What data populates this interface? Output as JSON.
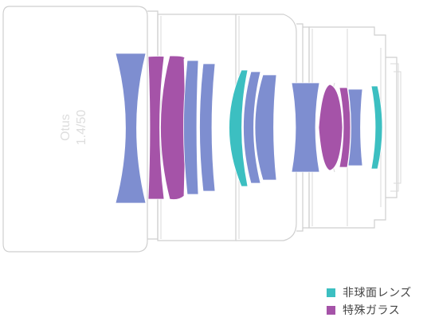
{
  "barrel_text": {
    "name": "Otus",
    "spec": "1.4/50"
  },
  "legend": [
    {
      "key": "aspherical",
      "label": "非球面レンズ",
      "color": "#3cbfc1"
    },
    {
      "key": "special_glass",
      "label": "特殊ガラス",
      "color": "#a553a8"
    }
  ],
  "colors": {
    "standard_glass": "#7e8ed0",
    "aspherical": "#3cbfc1",
    "special_glass": "#a553a8",
    "outline": "#cfcfcf",
    "barrel_text": "#dddddd"
  },
  "elements": [
    {
      "name": "lens-element-1",
      "type": "standard_glass"
    },
    {
      "name": "lens-element-2",
      "type": "special_glass"
    },
    {
      "name": "lens-element-3",
      "type": "special_glass"
    },
    {
      "name": "lens-element-4",
      "type": "standard_glass"
    },
    {
      "name": "lens-element-5",
      "type": "standard_glass"
    },
    {
      "name": "lens-element-6",
      "type": "aspherical"
    },
    {
      "name": "lens-element-7",
      "type": "standard_glass"
    },
    {
      "name": "lens-element-8",
      "type": "standard_glass"
    },
    {
      "name": "lens-element-9",
      "type": "standard_glass"
    },
    {
      "name": "lens-element-10",
      "type": "special_glass"
    },
    {
      "name": "lens-element-11",
      "type": "special_glass"
    },
    {
      "name": "lens-element-12",
      "type": "standard_glass"
    },
    {
      "name": "lens-element-13",
      "type": "aspherical"
    }
  ]
}
